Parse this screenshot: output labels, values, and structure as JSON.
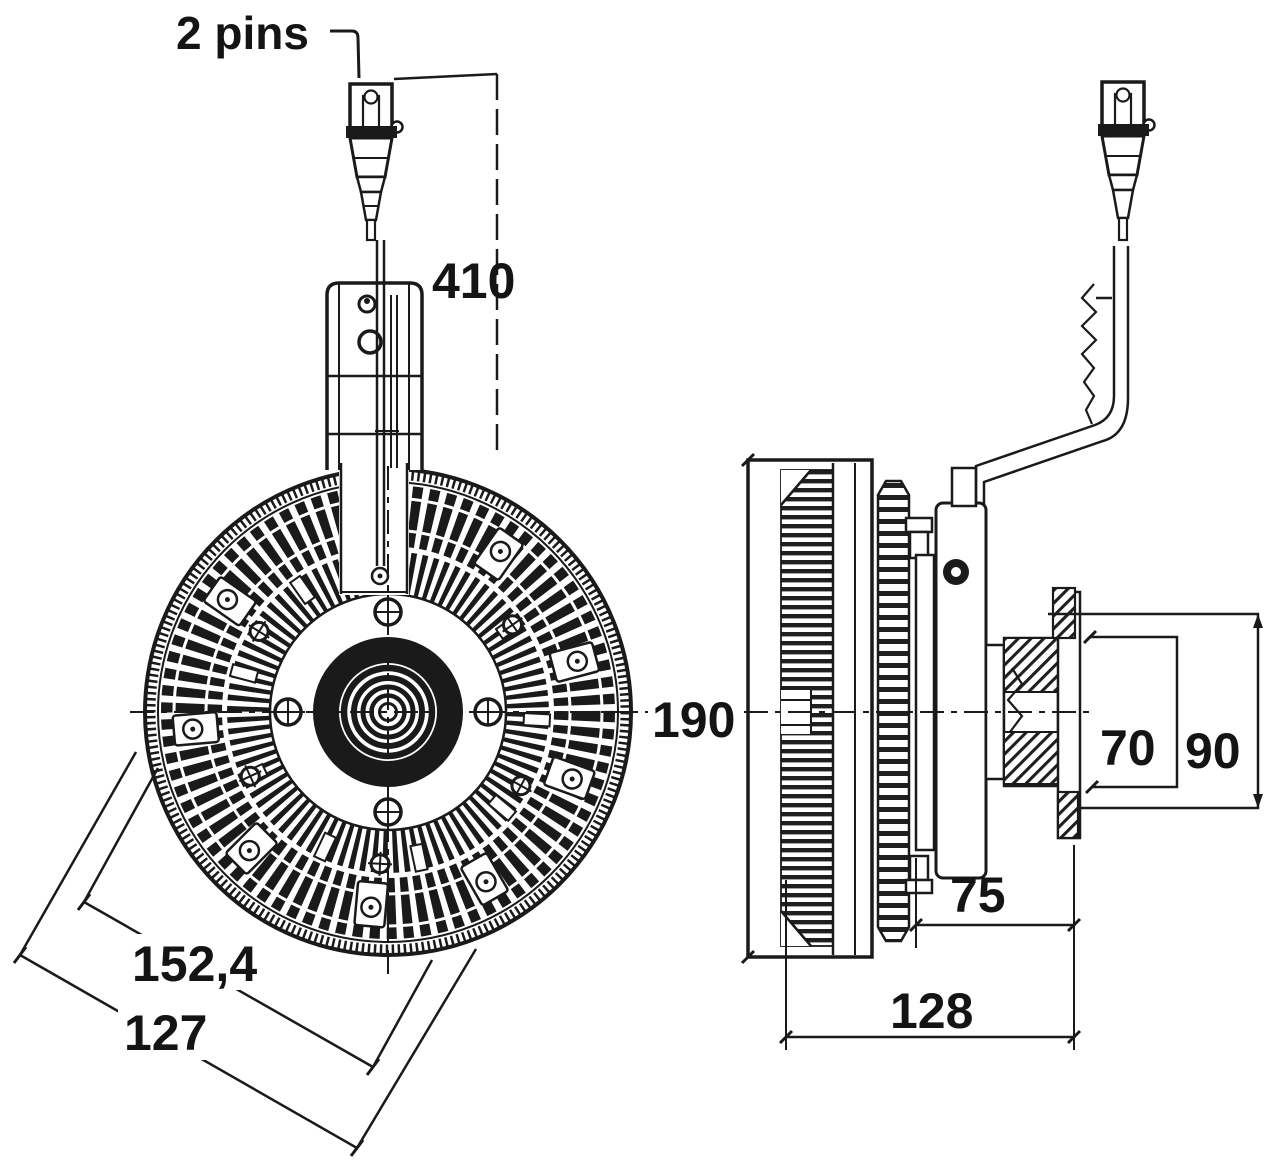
{
  "drawing": {
    "background": "#ffffff",
    "line_color": "#1a1a1a",
    "title": "Fan clutch technical drawing, front and side views",
    "labels": {
      "pins": "2 pins",
      "overall_height": "410",
      "fan_diameter": "190",
      "bolt_pitch_outer": "152,4",
      "bolt_pitch_inner": "127",
      "bore_diameter": "70",
      "flange_diameter": "90",
      "hub_depth": "75",
      "overall_depth": "128"
    }
  }
}
